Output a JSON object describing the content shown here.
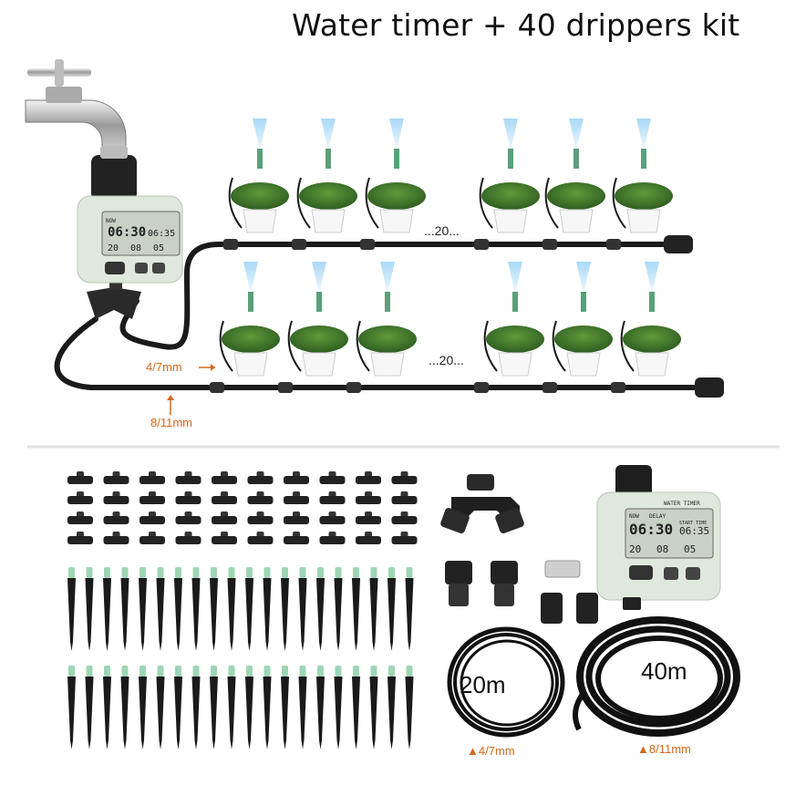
{
  "title": "Water timer + 40 drippers kit",
  "diagram": {
    "row1_count": "...20...",
    "row2_count": "...20...",
    "label_small_tube": "4/7mm",
    "label_main_tube": "8/11mm"
  },
  "timer_display": {
    "now": "NOW",
    "time": "06:30",
    "delay": "DELAY",
    "start_time_label": "START TIME",
    "start_time": "06:35",
    "brand": "WATER TIMER",
    "duration": "20",
    "interval": "08",
    "run": "05"
  },
  "kit": {
    "hose_20_label": "20m",
    "hose_40_label": "40m",
    "hose_20_size": "▲4/7mm",
    "hose_40_size": "▲8/11mm"
  },
  "colors": {
    "tube": "#1a1a1a",
    "timer_body": "#dfe8dc",
    "spray": "#8cc8ee",
    "accent_orange": "#d2691e",
    "stake_tip": "#9ed6b5"
  }
}
